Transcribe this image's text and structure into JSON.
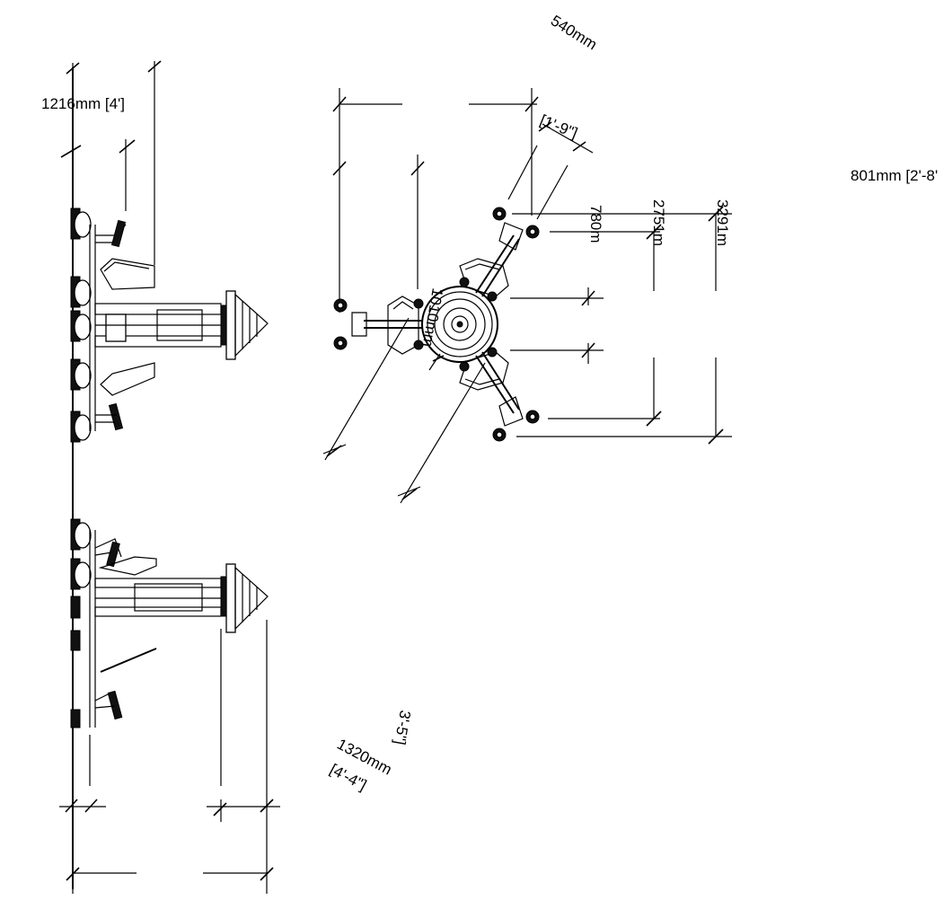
{
  "dimensions": {
    "d540": "540mm",
    "d1216": "1216mm [4']",
    "d1_9": "[1'-9\"]",
    "d801": "801mm [2'-8'",
    "d780": "780m",
    "d2751": "2751m",
    "d3291": "3291m",
    "d1010": "1010mm",
    "d3_5": "3'-5\"]",
    "d1320": "1320mm",
    "d4_4": "[4'-4\"]"
  },
  "colors": {
    "line": "#000000",
    "background": "#ffffff"
  }
}
